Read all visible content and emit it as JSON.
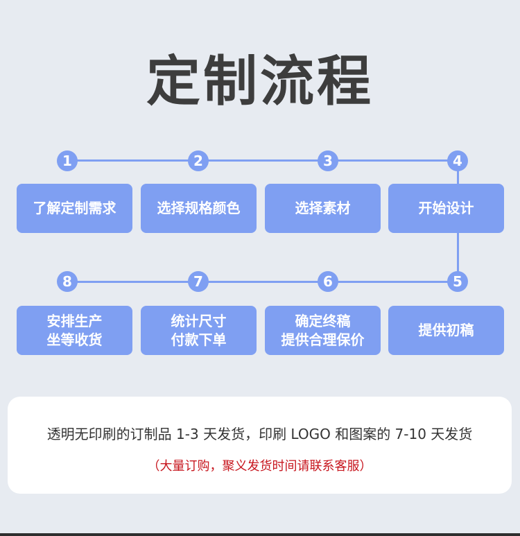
{
  "title": "定制流程",
  "steps": [
    {
      "num": "1",
      "lines": [
        "了解定制需求"
      ]
    },
    {
      "num": "2",
      "lines": [
        "选择规格颜色"
      ]
    },
    {
      "num": "3",
      "lines": [
        "选择素材"
      ]
    },
    {
      "num": "4",
      "lines": [
        "开始设计"
      ]
    },
    {
      "num": "5",
      "lines": [
        "提供初稿"
      ]
    },
    {
      "num": "6",
      "lines": [
        "确定终稿",
        "提供合理保价"
      ]
    },
    {
      "num": "7",
      "lines": [
        "统计尺寸",
        "付款下单"
      ]
    },
    {
      "num": "8",
      "lines": [
        "安排生产",
        "坐等收货"
      ]
    }
  ],
  "info": {
    "main": "透明无印刷的订制品 1-3 天发货，印刷 LOGO 和图案的 7-10 天发货",
    "note": "（大量订购，聚义发货时间请联系客服）"
  },
  "colors": {
    "accent": "#7f9ff2",
    "note": "#c7161e",
    "background": "#e7ebf1"
  }
}
